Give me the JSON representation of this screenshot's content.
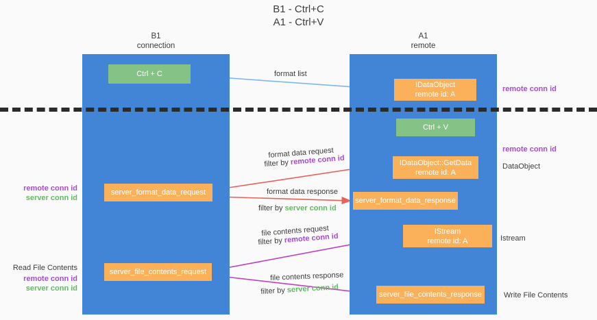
{
  "title": "B1 - Ctrl+C\nA1 - Ctrl+V",
  "columns": {
    "left": "B1\nconnection",
    "right": "A1\nremote"
  },
  "nodes": {
    "ctrl_c": "Ctrl + C",
    "data_object": "IDataObject\nremote id: A",
    "ctrl_v": "Ctrl + V",
    "get_data": "IDataObject::GetData\nremote id: A",
    "server_format_data_request": "server_format_data_request",
    "server_format_data_response": "server_format_data_response",
    "istream": "IStream\nremote id: A",
    "server_file_contents_request": "server_file_contents_request",
    "server_file_contents_response": "server_file_contents_response"
  },
  "edge_labels": {
    "format_list": "format list",
    "format_data_request": "format data request",
    "format_data_request_filter_prefix": "filter by ",
    "format_data_request_filter_key": "remote conn id",
    "format_data_response": "format data response",
    "format_data_response_filter_prefix": "filter by ",
    "format_data_response_filter_key": "server conn id",
    "file_contents_request": "file contents request",
    "file_contents_request_filter_prefix": "filter by ",
    "file_contents_request_filter_key": "remote conn id",
    "file_contents_response": "file contents response",
    "file_contents_response_filter_prefix": "filter by ",
    "file_contents_response_filter_key": "server conn id"
  },
  "annotations": {
    "right_remote_conn_id_top": "remote conn id",
    "right_remote_conn_id_mid": "remote conn id",
    "right_dataobject": "DataObject",
    "right_istream": "Istream",
    "right_write_file_contents": "Write File Contents",
    "left_remote_conn_id": "remote conn id",
    "left_server_conn_id": "server conn id",
    "left_read_file_contents": "Read File Contents",
    "left_remote_conn_id_2": "remote conn id",
    "left_server_conn_id_2": "server conn id"
  },
  "colors": {
    "lane": "#4285d6",
    "green_node": "#85c285",
    "orange_node": "#fbb15a",
    "purple_key": "#a64dd1",
    "green_key": "#63ba63",
    "separator": "#2b2b2b",
    "arrow_blue": "#7fb8e8",
    "arrow_red": "#e8625a",
    "arrow_magenta": "#c040c0",
    "arrow_black": "#1a1a1a",
    "background": "#fafafa"
  }
}
